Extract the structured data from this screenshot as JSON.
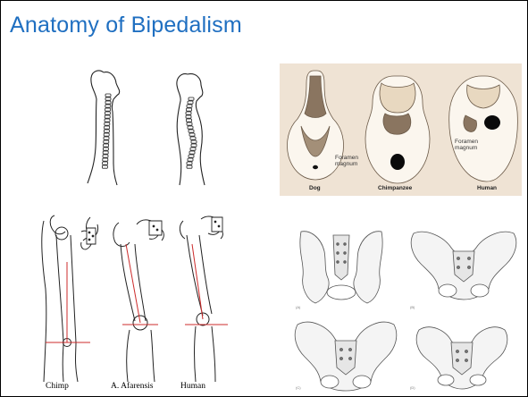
{
  "slide": {
    "title": "Anatomy of Bipedalism",
    "colors": {
      "title": "#1f6fc1",
      "border": "#000000",
      "midline": "#cc2b2b",
      "skull_bg": "#efe3d4",
      "skull_shade": "#8a7560"
    }
  },
  "spines": {
    "figure": "spine-silhouettes"
  },
  "skulls": {
    "captions": [
      "Dog",
      "Chimpanzee",
      "Human"
    ],
    "foramen_labels": [
      {
        "line1": "Foramen",
        "line2": "magnum"
      },
      {
        "line1": "Foramen",
        "line2": "magnum"
      }
    ]
  },
  "legs": {
    "captions": [
      "Chimp",
      "A. Afarensis",
      "Human"
    ]
  },
  "pelvises": {
    "plate_labels": [
      "(A)",
      "(B)",
      "(C)",
      "(D)"
    ]
  }
}
